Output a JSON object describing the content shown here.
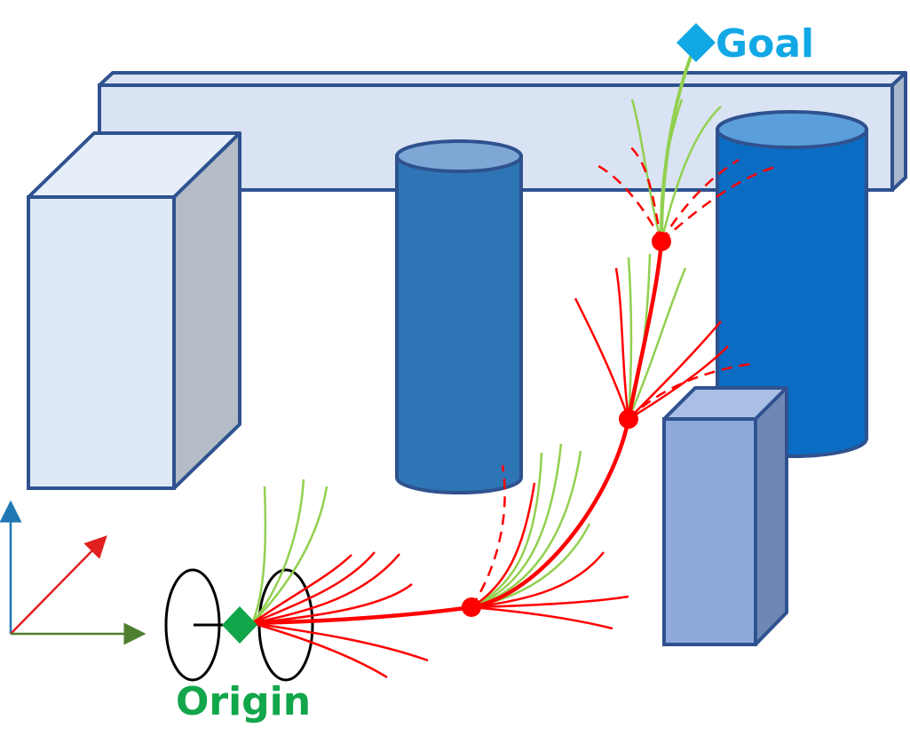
{
  "labels": {
    "goal": "Goal",
    "origin": "Origin"
  },
  "colors": {
    "goal": "#12A8E6",
    "origin": "#12A64A",
    "trajectory": "#FF0000",
    "candidate_branch": "#92D050",
    "outline": "#2F528F",
    "axis_vertical": "#1F77B4",
    "axis_depth": "#E02020",
    "axis_horizontal": "#4E7F2F"
  },
  "icons": {
    "goal_marker": "diamond",
    "origin_marker": "diamond",
    "waypoint_marker": "circle"
  }
}
